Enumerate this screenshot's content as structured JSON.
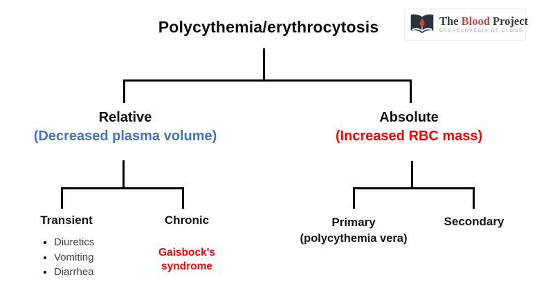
{
  "header": {
    "title": "Polycythemia/erythrocytosis",
    "logo": {
      "icon": "open-book-with-blood-drop-icon",
      "word1": "The",
      "word2": "Blood",
      "word3": "Project",
      "tagline": "ENCYCLOPEDIA OF BLOOD"
    }
  },
  "diagram": {
    "root": "Polycythemia/erythrocytosis",
    "level1": {
      "relative": {
        "label": "Relative",
        "sublabel": "(Decreased plasma volume)"
      },
      "absolute": {
        "label": "Absolute",
        "sublabel": "(Increased RBC mass)"
      }
    },
    "level2": {
      "transient": {
        "label": "Transient",
        "items": [
          "Diuretics",
          "Vomiting",
          "Diarrhea"
        ]
      },
      "chronic": {
        "label": "Chronic",
        "note": "Gaisbock's syndrome"
      },
      "primary": {
        "label": "Primary",
        "sublabel": "(polycythemia vera)"
      },
      "secondary": {
        "label": "Secondary"
      }
    }
  },
  "colors": {
    "accent_blue": "#4472C4",
    "accent_red": "#FF0000",
    "line_black": "#000000",
    "list_gray": "#404040",
    "logo_dark": "#2F3A45",
    "logo_red": "#D6433B",
    "logo_tagline_gray": "#A39D9B"
  }
}
